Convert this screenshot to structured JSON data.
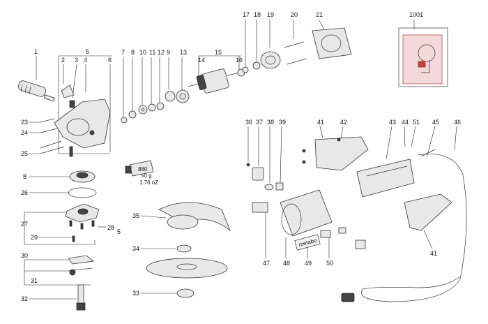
{
  "part_numbers": [
    "1",
    "2",
    "3",
    "4",
    "5",
    "6",
    "7",
    "8",
    "9",
    "10",
    "11",
    "12",
    "13",
    "14",
    "15",
    "16",
    "17",
    "18",
    "19",
    "20",
    "21",
    "1001",
    "23",
    "24",
    "25",
    "26",
    "27",
    "28",
    "29",
    "30",
    "31",
    "32",
    "33",
    "34",
    "35",
    "36",
    "37",
    "38",
    "39",
    "41",
    "42",
    "43",
    "44",
    "51",
    "45",
    "46",
    "47",
    "48",
    "49",
    "50"
  ],
  "grease_tube": {
    "label": "880",
    "weight_g": "50 g",
    "weight_oz": "1.76 oZ"
  },
  "inset_label": "1001",
  "label_28_5": "5",
  "label_41_bottom": "41",
  "label_8_lower": "8",
  "brand_text": "metabo",
  "colors": {
    "outline": "#333333",
    "accent": "#c84040",
    "part_fill": "#e8e8e8",
    "inset_bg": "#f3d9d9"
  }
}
